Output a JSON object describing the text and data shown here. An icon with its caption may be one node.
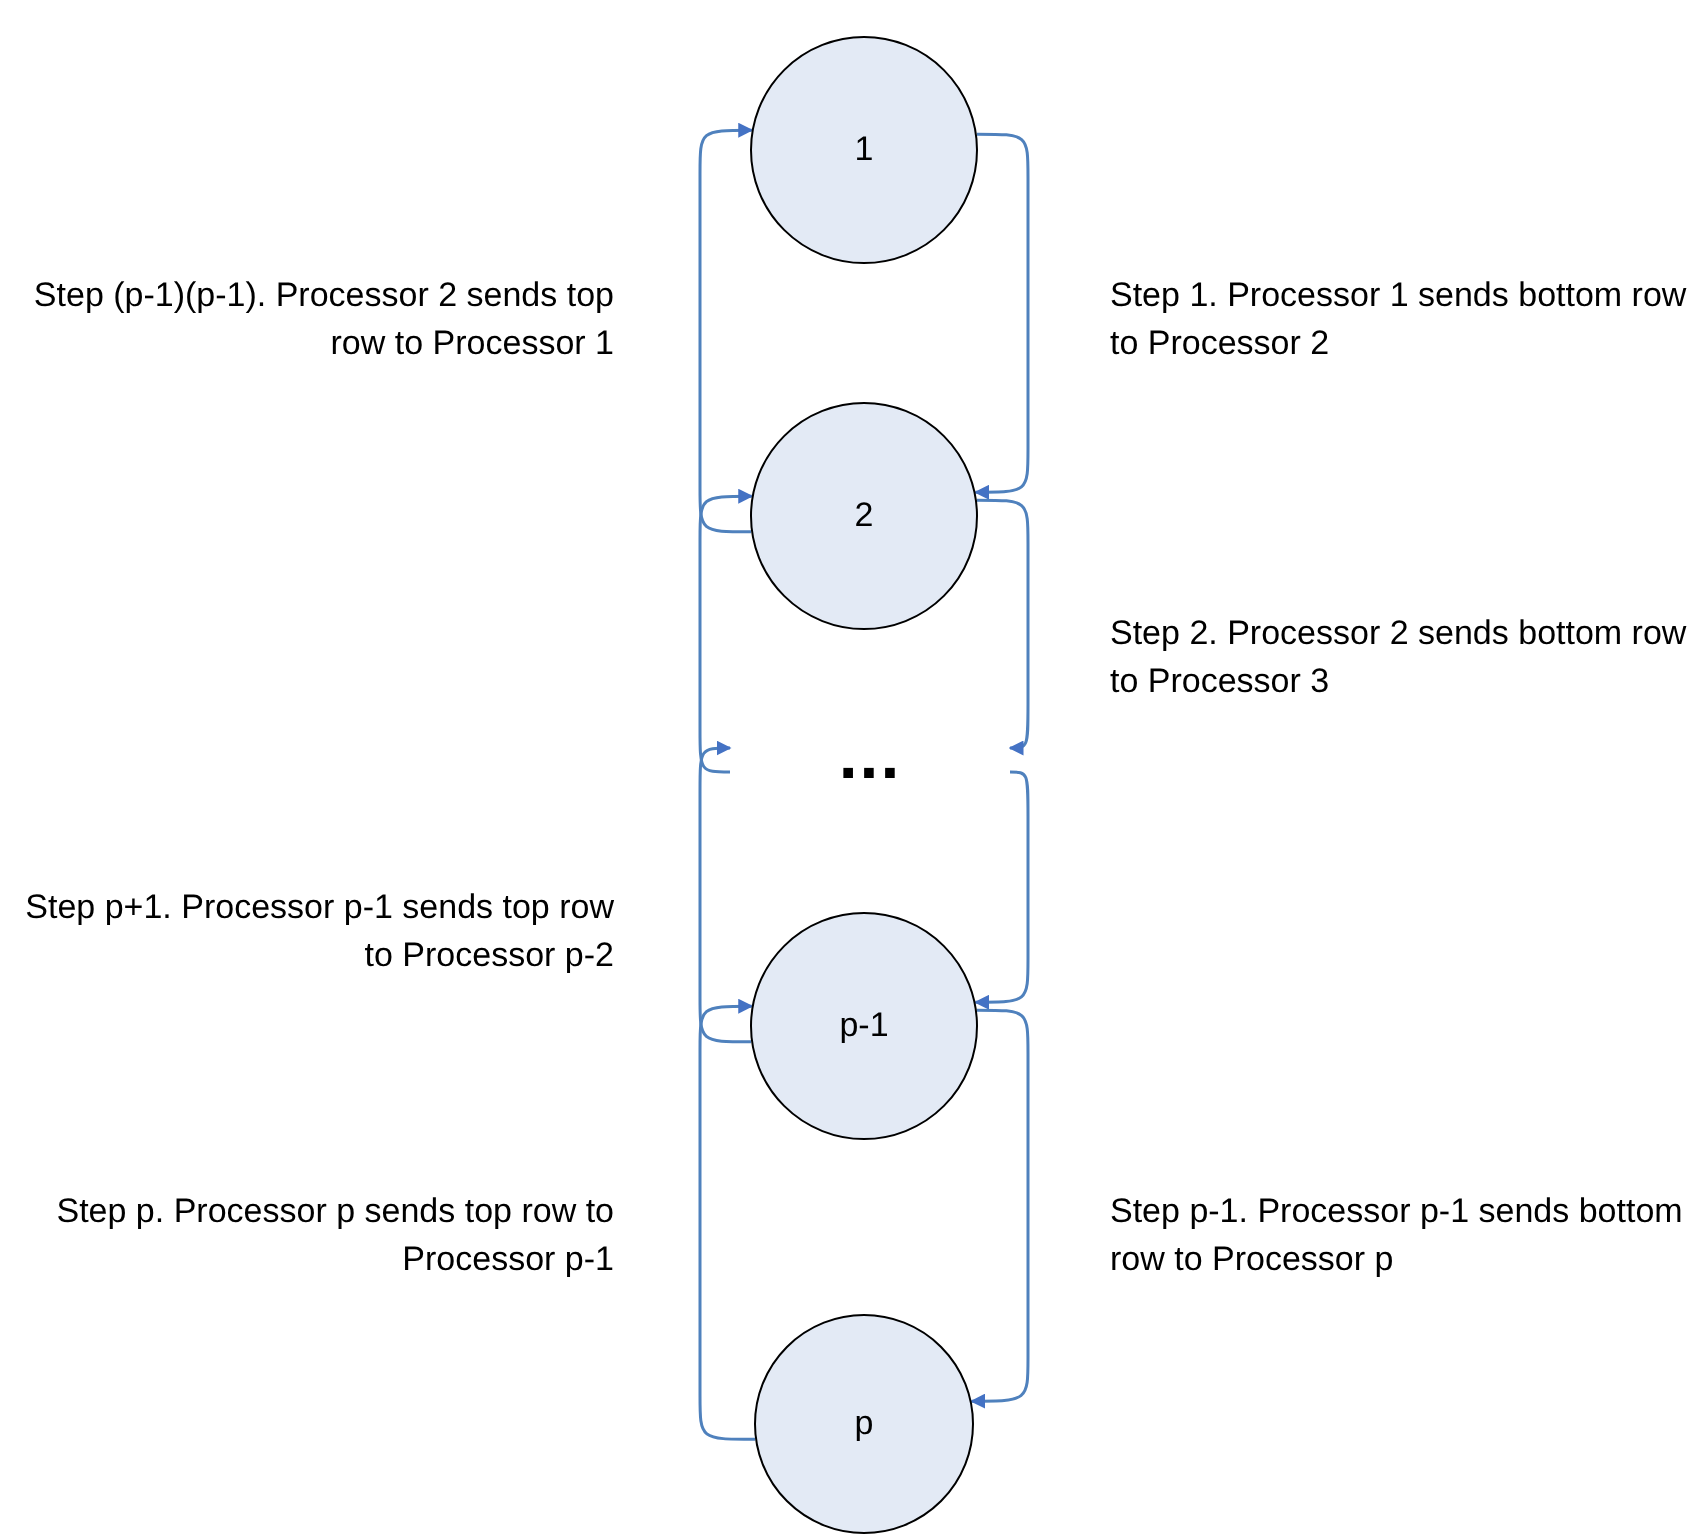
{
  "diagram": {
    "nodes": [
      {
        "text": [
          "1"
        ]
      },
      {
        "text": [
          "2"
        ]
      },
      {
        "text": [
          "..."
        ]
      },
      {
        "text": [
          "p-1"
        ]
      },
      {
        "text": [
          "p"
        ]
      }
    ],
    "edges": [
      {
        "from": 0,
        "to": 1,
        "arrow": "to"
      },
      {
        "from": 1,
        "to": 0,
        "arrow": "to"
      },
      {
        "from": 1,
        "to": 2,
        "arrow": "to"
      },
      {
        "from": 2,
        "to": 1,
        "arrow": "to"
      },
      {
        "from": 2,
        "to": 3,
        "arrow": "to"
      },
      {
        "from": 3,
        "to": 2,
        "arrow": "to"
      },
      {
        "from": 3,
        "to": 4,
        "arrow": "to"
      },
      {
        "from": 4,
        "to": 3,
        "arrow": "to"
      }
    ],
    "labels": [
      "Step (p-1)(p-1). Processor 2 sends top row to Processor 1",
      "Step 1. Processor 1 sends bottom row to Processor 2",
      "Step 2. Processor 2 sends bottom row to Processor 3",
      "Step p+1. Processor p-1 sends top row to Processor p-2",
      "Step p. Processor p sends top row to Processor p-1",
      "Step p-1. Processor p-1 sends bottom row to Processor p"
    ]
  }
}
